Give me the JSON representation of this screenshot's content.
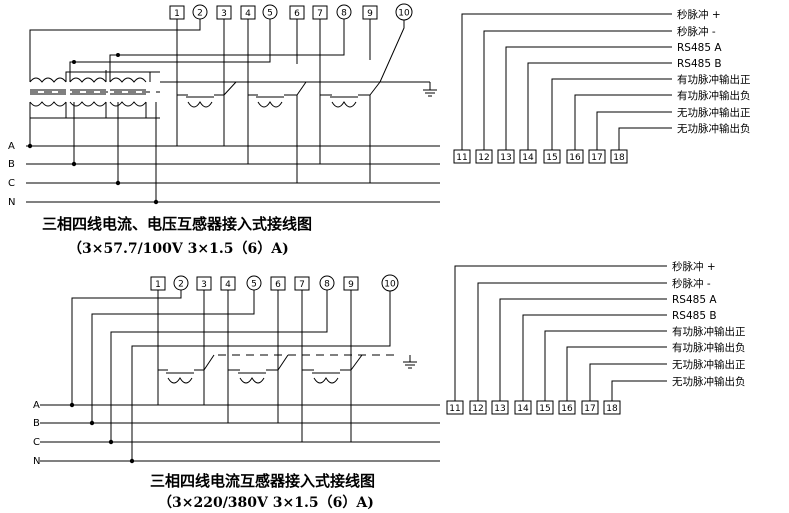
{
  "diagram1": {
    "terminals": [
      "1",
      "2",
      "3",
      "4",
      "5",
      "6",
      "7",
      "8",
      "9",
      "10"
    ],
    "phases": [
      "A",
      "B",
      "C",
      "N"
    ],
    "title": "三相四线电流、电压互感器接入式接线图",
    "subtitle": "（3×57.7/100V 3×1.5（6）A)"
  },
  "diagram2": {
    "terminals": [
      "1",
      "2",
      "3",
      "4",
      "5",
      "6",
      "7",
      "8",
      "9",
      "10"
    ],
    "phases": [
      "A",
      "B",
      "C",
      "N"
    ],
    "title": "三相四线电流互感器接入式接线图",
    "subtitle": "（3×220/380V 3×1.5（6）A)"
  },
  "outputs1": {
    "terminals": [
      "11",
      "12",
      "13",
      "14",
      "15",
      "16",
      "17",
      "18"
    ],
    "signals": [
      "秒脉冲 +",
      "秒脉冲 -",
      "RS485 A",
      "RS485 B",
      "有功脉冲输出正",
      "有功脉冲输出负",
      "无功脉冲输出正",
      "无功脉冲输出负"
    ]
  },
  "outputs2": {
    "terminals": [
      "11",
      "12",
      "13",
      "14",
      "15",
      "16",
      "17",
      "18"
    ],
    "signals": [
      "秒脉冲 +",
      "秒脉冲 -",
      "RS485 A",
      "RS485 B",
      "有功脉冲输出正",
      "有功脉冲输出负",
      "无功脉冲输出正",
      "无功脉冲输出负"
    ]
  }
}
